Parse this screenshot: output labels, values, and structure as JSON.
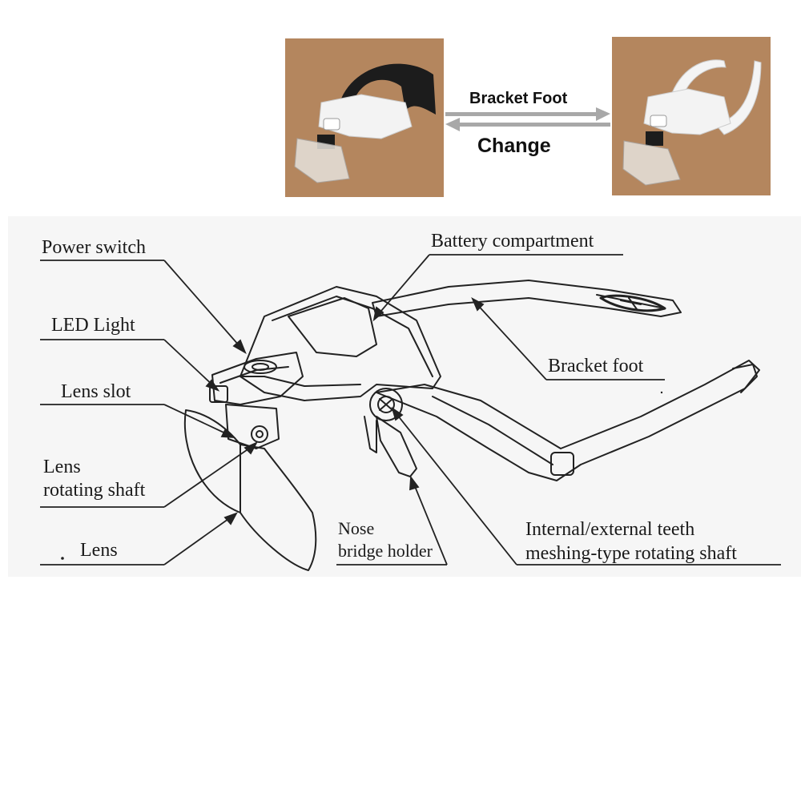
{
  "change_banner": {
    "top_label": "Bracket Foot",
    "bottom_label": "Change"
  },
  "callouts": {
    "power_switch": "Power switch",
    "led_light": "LED Light",
    "lens_slot": "Lens slot",
    "lens_rotating_shaft_line1": "Lens",
    "lens_rotating_shaft_line2": "rotating shaft",
    "lens": "Lens",
    "battery_compartment": "Battery compartment",
    "bracket_foot": "Bracket foot",
    "nose_bridge_holder_line1": "Nose",
    "nose_bridge_holder_line2": "bridge holder",
    "teeth_shaft_line1": "Internal/external teeth",
    "teeth_shaft_line2": "meshing-type rotating shaft"
  },
  "colors": {
    "photo_background": "#b88a62",
    "line_art": "#222222",
    "arrow_gray": "#a8a8a8"
  }
}
